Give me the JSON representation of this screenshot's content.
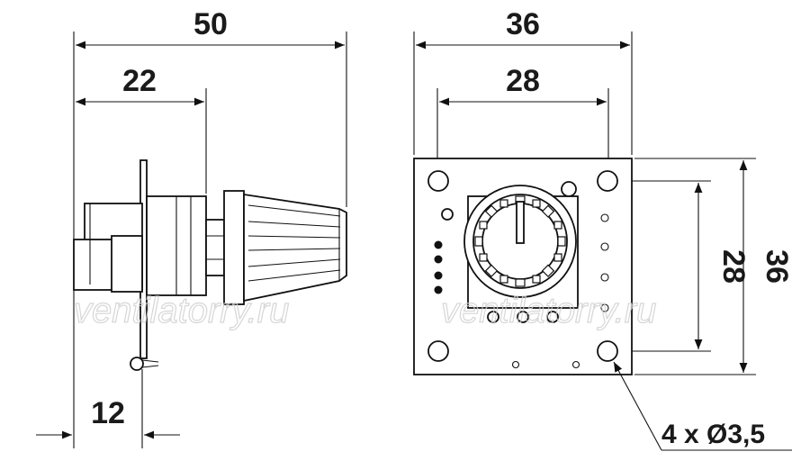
{
  "side_view": {
    "dim_total": "50",
    "dim_knob_base": "22",
    "dim_depth": "12"
  },
  "front_view": {
    "dim_width": "36",
    "dim_hole_spacing_h": "28",
    "dim_hole_spacing_v": "28",
    "dim_height": "36",
    "hole_callout": "4 x Ø3,5"
  },
  "watermark": "ventilatorry.ru"
}
